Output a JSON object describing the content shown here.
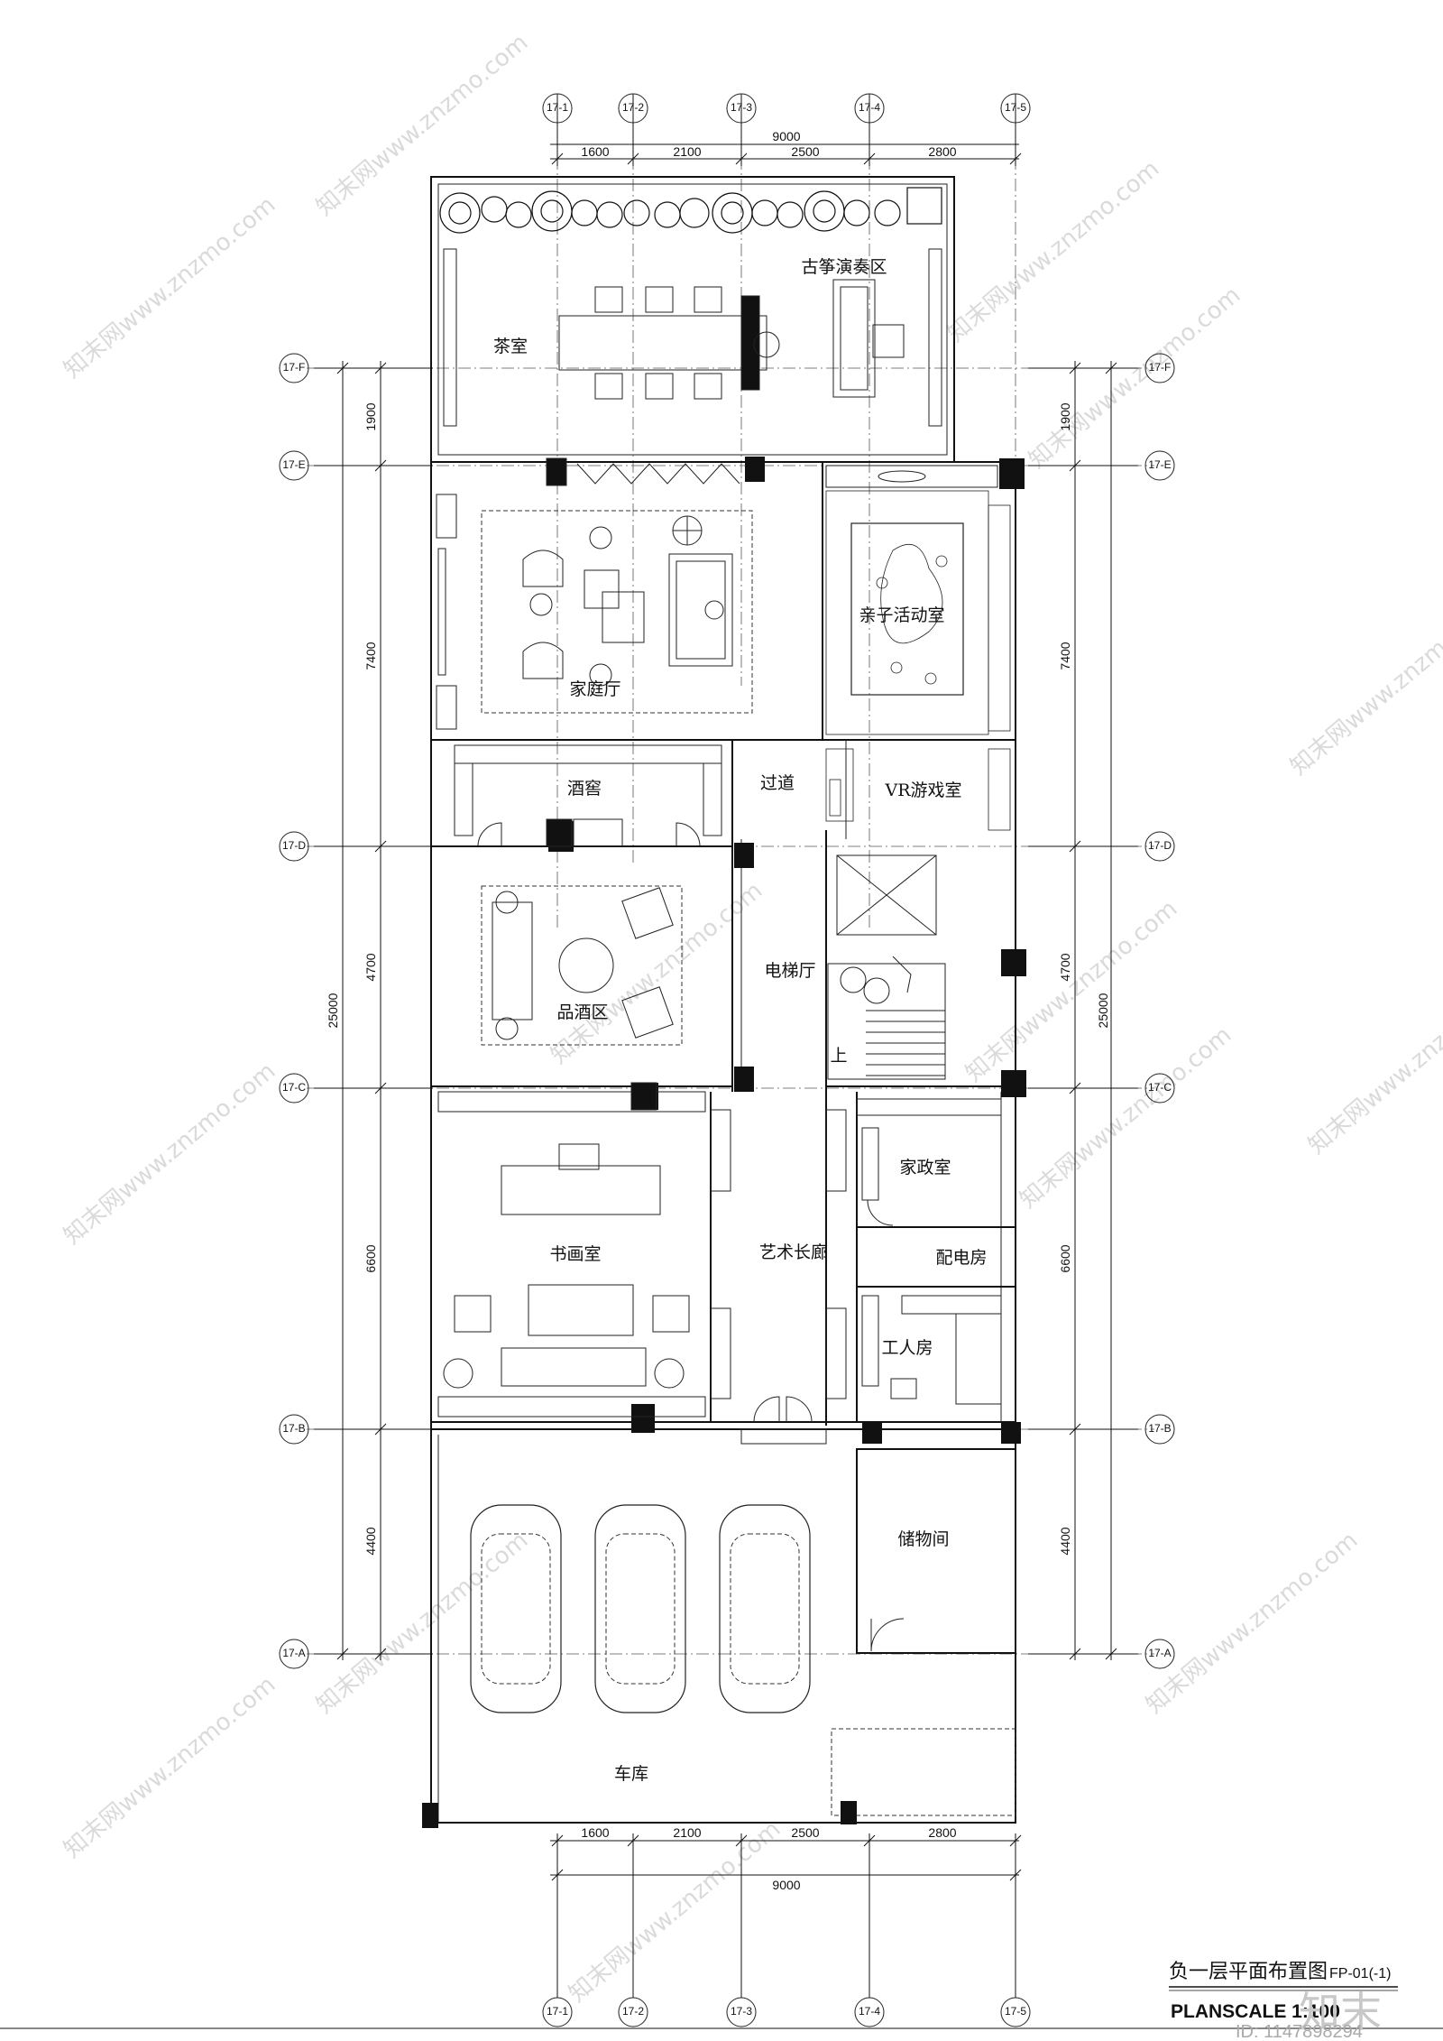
{
  "drawing": {
    "title_cn": "负一层平面布置图",
    "title_code": "FP-01(-1)",
    "scale_text": "PLANSCALE   1:100",
    "logo_text": "知末",
    "image_id": "ID: 1147898294",
    "watermark_text": "知末网www.znzmo.com"
  },
  "axes": {
    "vertical": [
      "17-1",
      "17-2",
      "17-3",
      "17-4",
      "17-5"
    ],
    "horizontal": [
      "17-F",
      "17-E",
      "17-D",
      "17-C",
      "17-B",
      "17-A"
    ]
  },
  "dimensions": {
    "top_segments": [
      "1600",
      "2100",
      "2500",
      "2800"
    ],
    "top_total": "9000",
    "bottom_segments": [
      "1600",
      "2100",
      "2500",
      "2800"
    ],
    "bottom_total": "9000",
    "left_segments": [
      "1900",
      "7400",
      "4700",
      "6600",
      "4400"
    ],
    "left_total": "25000",
    "right_segments": [
      "1900",
      "7400",
      "4700",
      "6600",
      "4400"
    ],
    "right_total": "25000"
  },
  "rooms": {
    "tea_room": "茶室",
    "guzheng_area": "古筝演奏区",
    "family_hall": "家庭厅",
    "kids_room": "亲子活动室",
    "wine_cellar": "酒窖",
    "passage": "过道",
    "vr_room": "VR游戏室",
    "wine_tasting": "品酒区",
    "elevator_hall": "电梯厅",
    "stair_up": "上",
    "housekeeping": "家政室",
    "art_gallery": "艺术长廊",
    "calligraphy_room": "书画室",
    "power_room": "配电房",
    "worker_room": "工人房",
    "storage": "储物间",
    "garage": "车库"
  }
}
